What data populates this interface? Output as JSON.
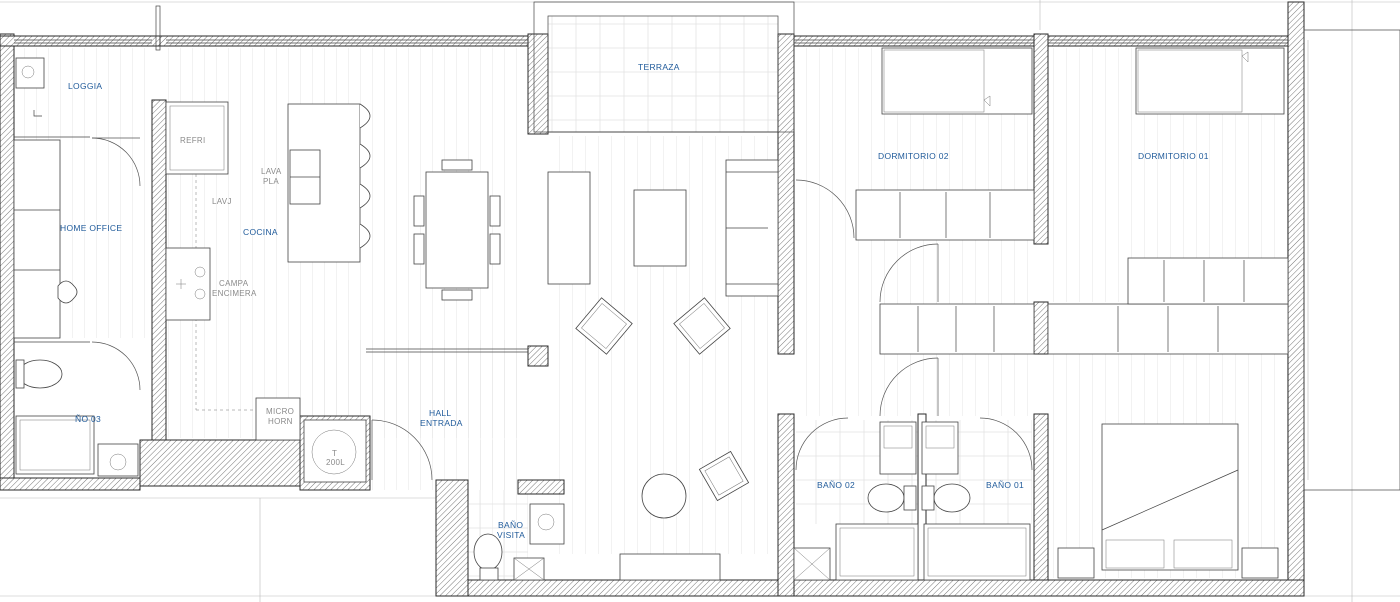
{
  "rooms": {
    "loggia": "LOGGIA",
    "home_office": "HOME OFFICE",
    "bano_03": "ÑO 03",
    "cocina": "COCINA",
    "terraza": "TERRAZA",
    "hall_entrada_1": "HALL",
    "hall_entrada_2": "ENTRADA",
    "bano_visita_1": "BAÑO",
    "bano_visita_2": "VISITA",
    "dormitorio_02": "DORMITORIO 02",
    "dormitorio_01": "DORMITORIO 01",
    "bano_02": "BAÑO 02",
    "bano_01": "BAÑO 01"
  },
  "fixtures": {
    "refri": "REFRI",
    "lavj": "LAVJ",
    "lava_1": "LAVA",
    "lava_2": "PLA",
    "campa_1": "CAMPA",
    "campa_2": "ENCIMERA",
    "micro_1": "MICRO",
    "micro_2": "HORN",
    "termo_1": "T",
    "termo_2": "200L"
  },
  "colors": {
    "label": "#1f5a9a",
    "fixture_label": "#8a8a8a",
    "wall_hatch": "#2a2a2a"
  }
}
